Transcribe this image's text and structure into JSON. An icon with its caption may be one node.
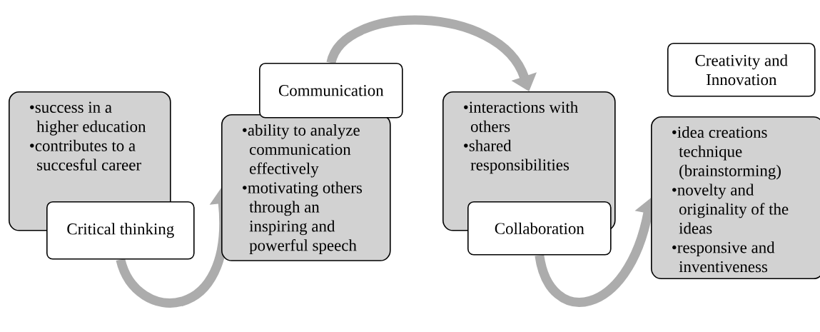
{
  "diagram": {
    "nodes": [
      {
        "text": [
          "•success in a higher education",
          "•contributes to a succesful career"
        ]
      },
      {
        "text": [
          "Critical thinking"
        ]
      },
      {
        "text": [
          "•ability to analyze communication effectively",
          "•motivating others through an inspiring and powerful speech"
        ]
      },
      {
        "text": [
          "Communication"
        ]
      },
      {
        "text": [
          "•interactions with others",
          "•shared responsibilities"
        ]
      },
      {
        "text": [
          "Collaboration"
        ]
      },
      {
        "text": [
          "Creativity and Innovation"
        ]
      },
      {
        "text": [
          "•idea creations technique (brainstorming)",
          "•novelty and originality  of the ideas",
          "•responsive and inventiveness"
        ]
      }
    ],
    "edges": [
      {
        "from": 1,
        "to": 2,
        "arrow": "to"
      },
      {
        "from": 3,
        "to": 4,
        "arrow": "to"
      },
      {
        "from": 5,
        "to": 7,
        "arrow": "to"
      }
    ]
  }
}
